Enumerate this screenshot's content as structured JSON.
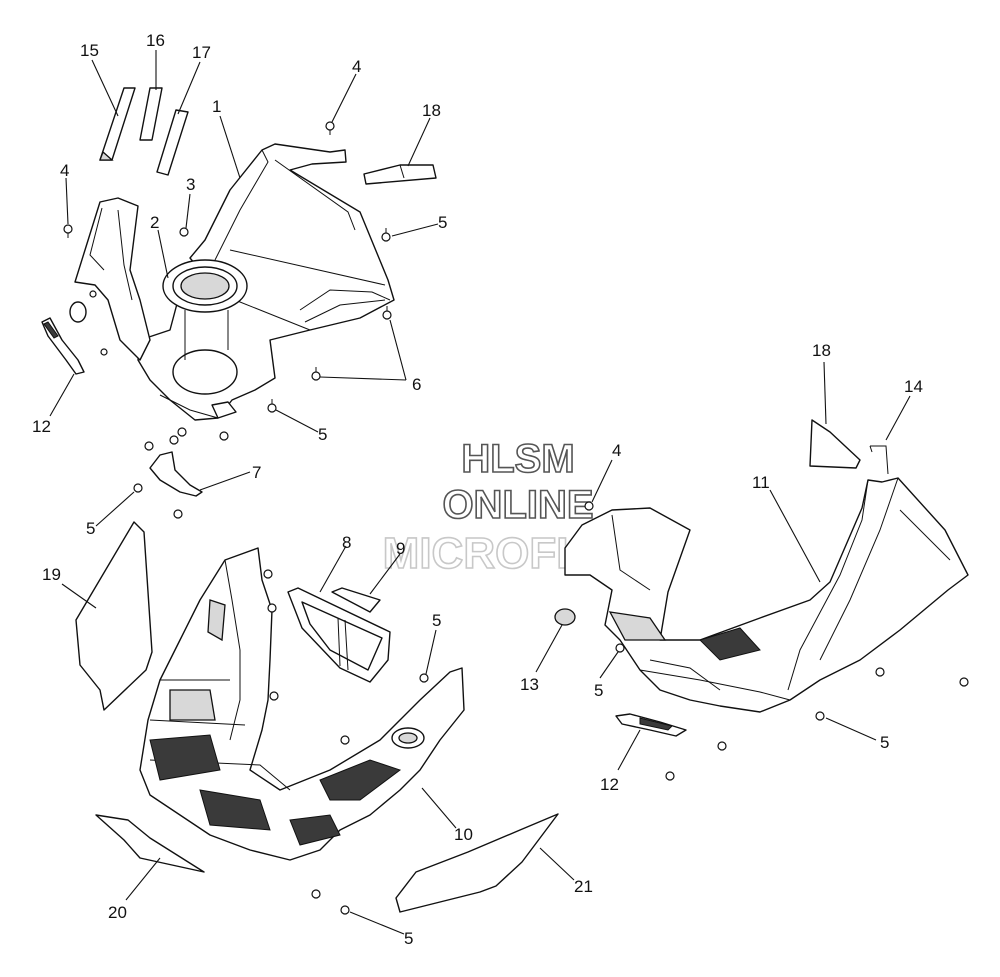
{
  "watermark": {
    "line1": "HLSM",
    "line2": "ONLINE",
    "line3": "MICROFICHE"
  },
  "callouts": [
    {
      "id": "c15",
      "label": "15"
    },
    {
      "id": "c16",
      "label": "16"
    },
    {
      "id": "c17",
      "label": "17"
    },
    {
      "id": "c4a",
      "label": "4"
    },
    {
      "id": "c18a",
      "label": "18"
    },
    {
      "id": "c1",
      "label": "1"
    },
    {
      "id": "c3",
      "label": "3"
    },
    {
      "id": "c4b",
      "label": "4"
    },
    {
      "id": "c2",
      "label": "2"
    },
    {
      "id": "c5a",
      "label": "5"
    },
    {
      "id": "c6",
      "label": "6"
    },
    {
      "id": "c12a",
      "label": "12"
    },
    {
      "id": "c5b",
      "label": "5"
    },
    {
      "id": "c7",
      "label": "7"
    },
    {
      "id": "c5c",
      "label": "5"
    },
    {
      "id": "c19",
      "label": "19"
    },
    {
      "id": "c8",
      "label": "8"
    },
    {
      "id": "c9",
      "label": "9"
    },
    {
      "id": "c5d",
      "label": "5"
    },
    {
      "id": "c10",
      "label": "10"
    },
    {
      "id": "c20",
      "label": "20"
    },
    {
      "id": "c5e",
      "label": "5"
    },
    {
      "id": "c21",
      "label": "21"
    },
    {
      "id": "c4c",
      "label": "4"
    },
    {
      "id": "c18b",
      "label": "18"
    },
    {
      "id": "c14",
      "label": "14"
    },
    {
      "id": "c11",
      "label": "11"
    },
    {
      "id": "c13",
      "label": "13"
    },
    {
      "id": "c5f",
      "label": "5"
    },
    {
      "id": "c5g",
      "label": "5"
    },
    {
      "id": "c12b",
      "label": "12"
    }
  ]
}
